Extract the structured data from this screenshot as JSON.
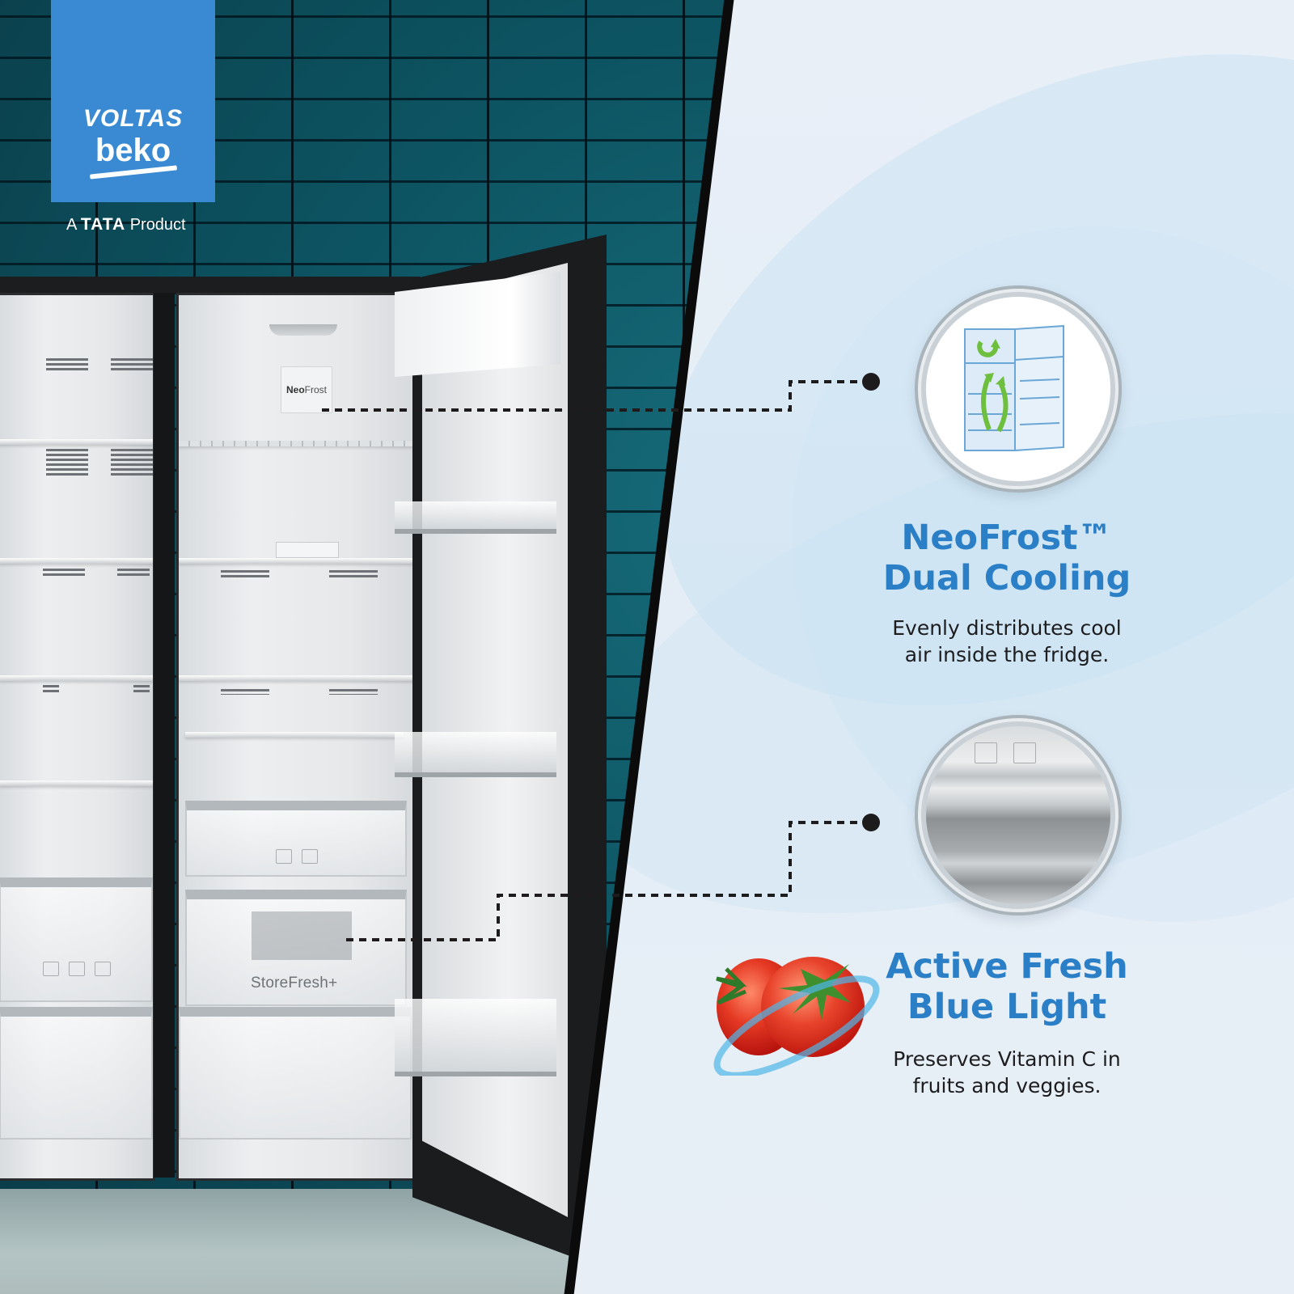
{
  "brand": {
    "logo_line1": "VOLTAS",
    "logo_line2": "beko",
    "tagline_prefix": "A",
    "tagline_brand": "TATA",
    "tagline_suffix": "Product",
    "logo_color": "#3a8ad3"
  },
  "product": {
    "fridge_labels": {
      "neofrost_bold": "Neo",
      "neofrost_light": "Frost",
      "storefresh": "StoreFresh+"
    }
  },
  "features": [
    {
      "id": "neofrost",
      "icon": "fridge-airflow-icon",
      "title_line1": "NeoFrost™",
      "title_line2": "Dual Cooling",
      "desc_line1": "Evenly distributes cool",
      "desc_line2": "air inside the fridge."
    },
    {
      "id": "active-fresh",
      "icon": "tomato-blue-light-icon",
      "title_line1": "Active Fresh",
      "title_line2": "Blue Light",
      "desc_line1": "Preserves Vitamin C in",
      "desc_line2": "fruits and veggies."
    }
  ],
  "colors": {
    "accent_blue": "#2a7fc6",
    "teal_wall": "#0d5462",
    "right_bg": "#e6eef6",
    "connector": "#1e1b1c"
  }
}
